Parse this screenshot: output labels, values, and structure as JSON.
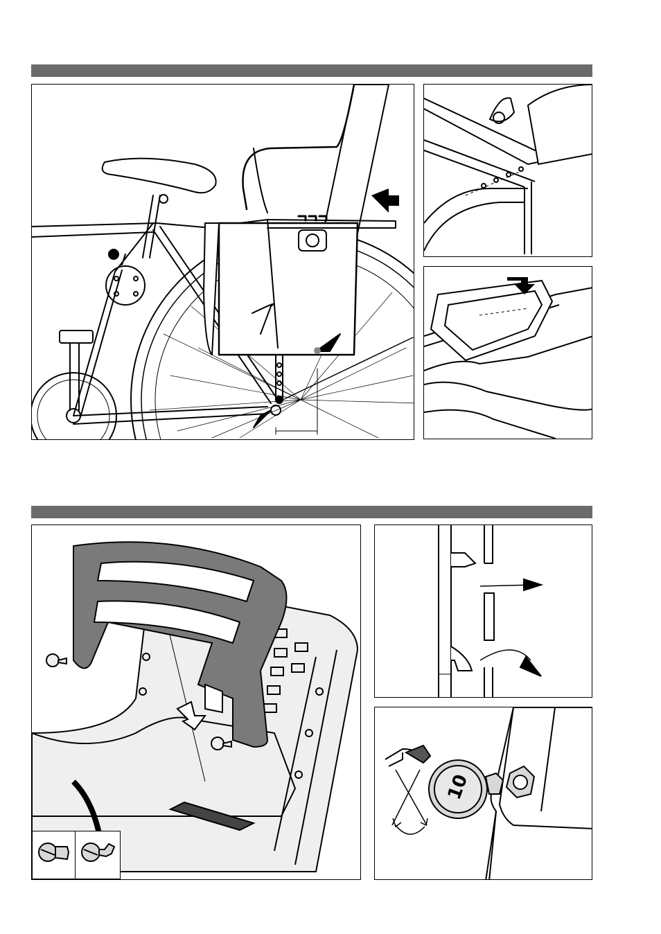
{
  "page": {
    "section1": {
      "main_panel": {
        "illustration": "bicycle-rear-child-seat-mounting"
      },
      "detail_top": {
        "illustration": "rack-fixing-holes-detail"
      },
      "detail_bottom": {
        "illustration": "seat-base-slide-in-detail"
      }
    },
    "section2": {
      "main_panel": {
        "illustration": "seat-backrest-attachment"
      },
      "detail_top": {
        "illustration": "slot-hook-release-detail"
      },
      "detail_bottom": {
        "illustration": "coin-screw-lock-detail"
      }
    },
    "coin": {
      "label": "10"
    },
    "colors": {
      "header_bar": "#6b6b6b",
      "panel_border": "#000000",
      "backrest_gray": "#7a7a7a",
      "seat_shell": "#efefef"
    }
  }
}
